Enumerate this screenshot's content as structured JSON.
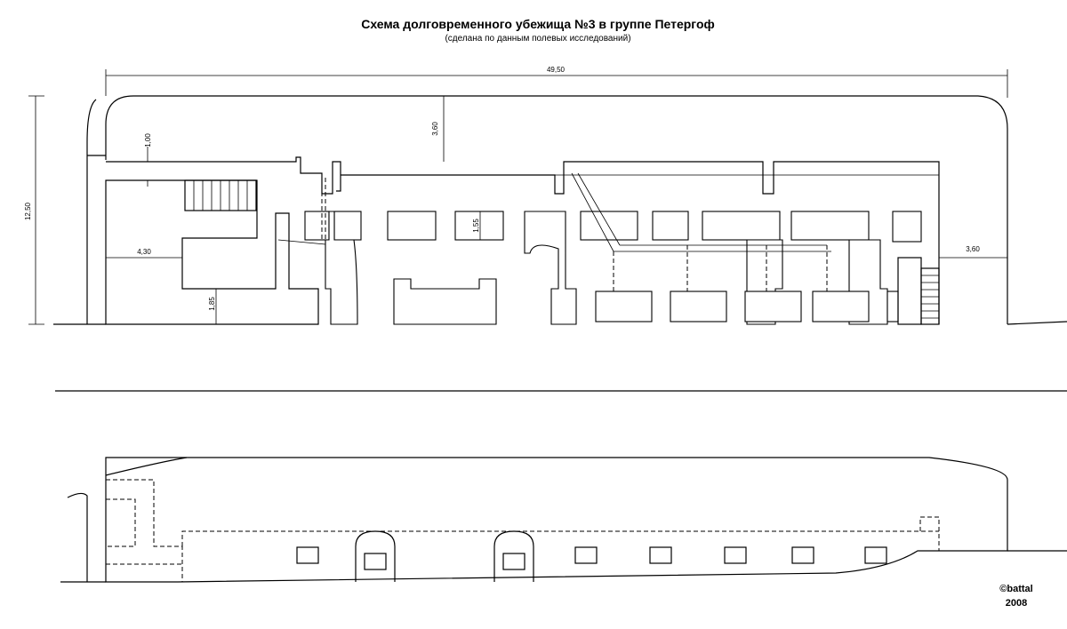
{
  "title": "Схема долговременного убежища №3 в группе Петергоф",
  "subtitle": "(сделана по данным полевых исследований)",
  "dimensions": {
    "total_length": "49,50",
    "height": "12,50",
    "wall_top": "1,00",
    "ceiling_depth": "3,60",
    "room_height": "1,55",
    "left_width": "4,30",
    "bottom": "1,85",
    "right_exit": "3,60"
  },
  "copyright": {
    "author": "©battal",
    "year": "2008"
  }
}
